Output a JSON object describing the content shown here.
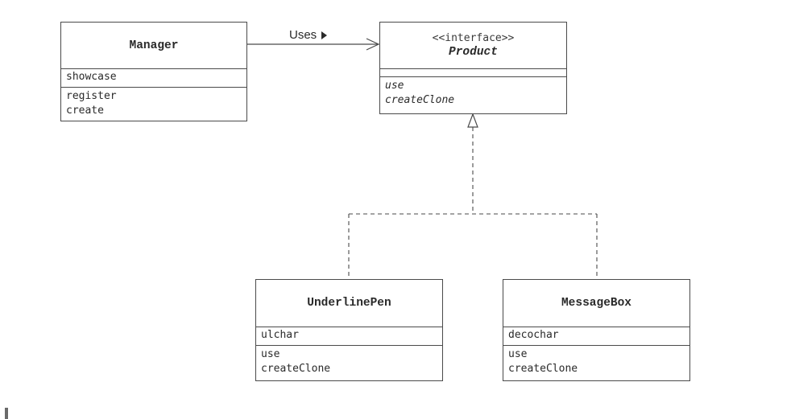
{
  "relations": {
    "uses_label": "Uses"
  },
  "classes": {
    "manager": {
      "name": "Manager",
      "fields": [
        "showcase"
      ],
      "methods": [
        "register",
        "create"
      ]
    },
    "product": {
      "stereotype": "<<interface>>",
      "name": "Product",
      "fields": [],
      "methods": [
        "use",
        "createClone"
      ]
    },
    "underline_pen": {
      "name": "UnderlinePen",
      "fields": [
        "ulchar"
      ],
      "methods": [
        "use",
        "createClone"
      ]
    },
    "message_box": {
      "name": "MessageBox",
      "fields": [
        "decochar"
      ],
      "methods": [
        "use",
        "createClone"
      ]
    }
  },
  "colors": {
    "line": "#4a4a4a",
    "text": "#2a2a2a"
  }
}
